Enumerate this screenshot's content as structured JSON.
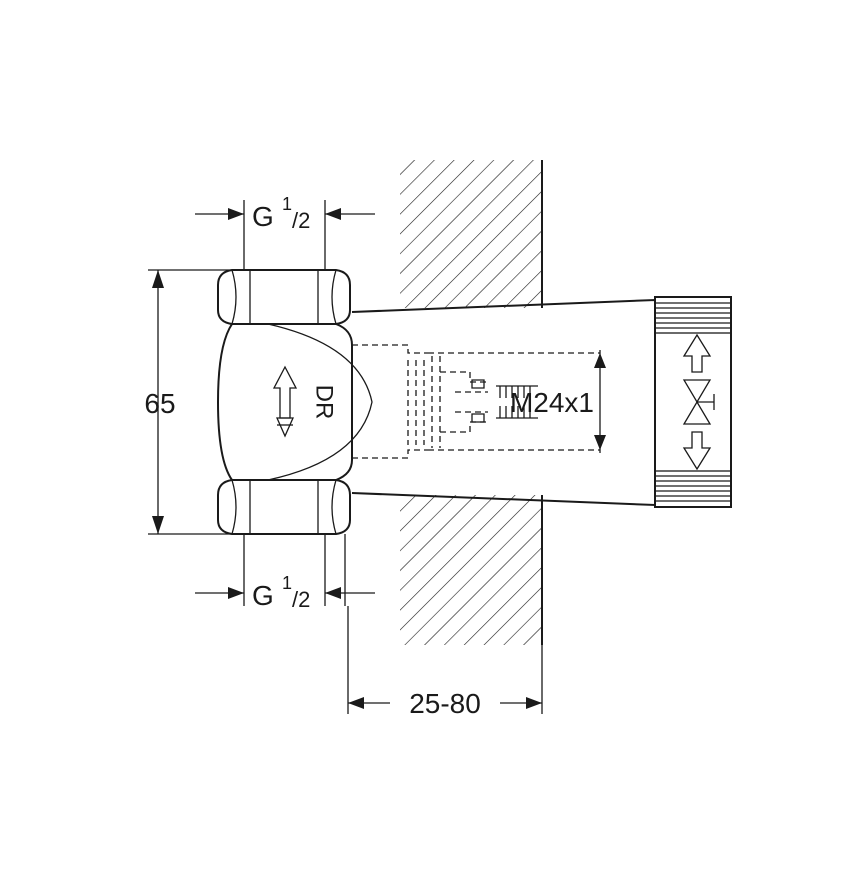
{
  "dimensions": {
    "height_label": "65",
    "thread_top_prefix": "G ",
    "thread_top_num": "1",
    "thread_top_den": "/2",
    "thread_bottom_prefix": "G ",
    "thread_bottom_num": "1",
    "thread_bottom_den": "/2",
    "wall_depth_label": "25-80",
    "spindle_thread_label": "M24x1"
  },
  "marks": {
    "body_marking": "DR"
  },
  "icons": {
    "flow_arrow": "up-arrow-icon",
    "adjust_arrows": "double-arrow-icon",
    "valve_symbol": "valve-icon"
  },
  "colors": {
    "line": "#1a1a1a",
    "background": "#ffffff"
  }
}
